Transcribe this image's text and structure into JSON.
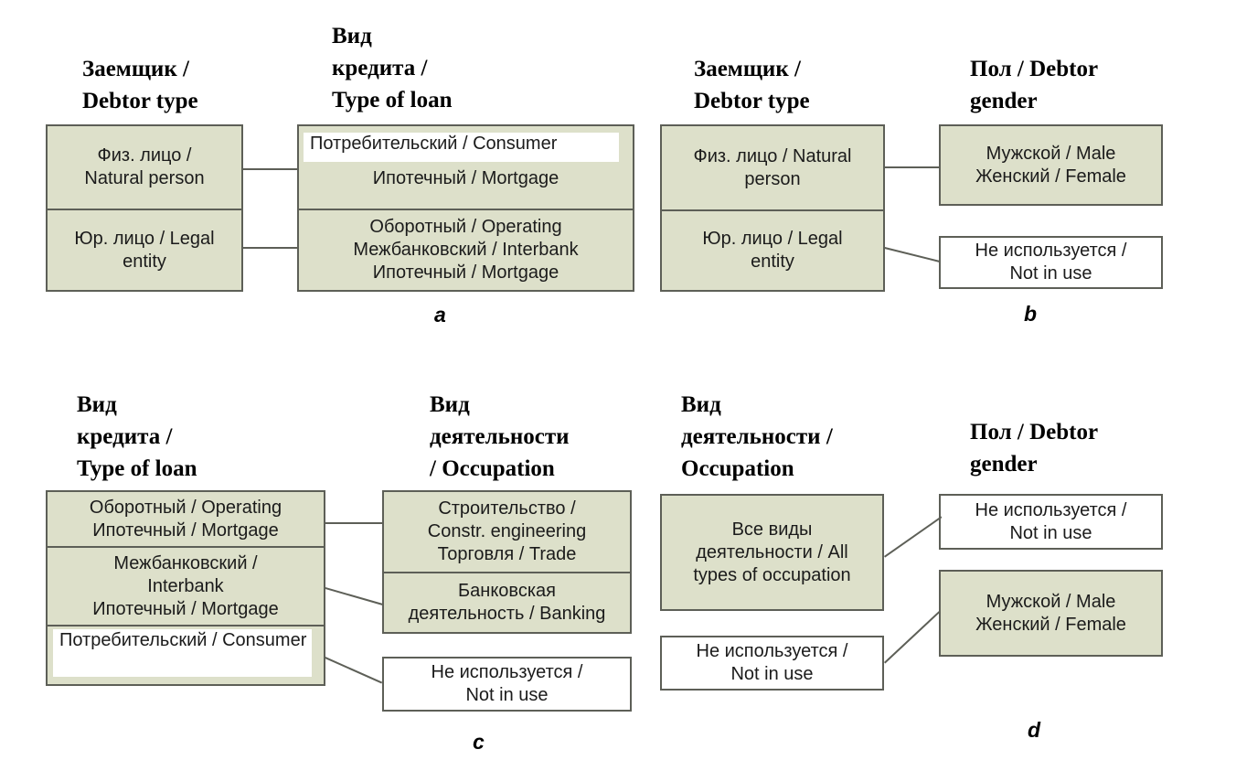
{
  "figure": {
    "colors": {
      "node_fill": "#dde0ca",
      "node_border": "#5d5f57",
      "unused_fill": "#ffffff",
      "text": "#1b1b1b"
    }
  },
  "panels": [
    {
      "id": "a",
      "label": "a",
      "headings": [
        {
          "id": "a-head-left",
          "text": "Заемщик /\nDebtor type"
        },
        {
          "id": "a-head-right",
          "text": "Вид\nкредита  /\nType of loan"
        }
      ],
      "left_box": {
        "name": "debtor-type-box",
        "cells": [
          {
            "text": "Физ. лицо /\nNatural person"
          },
          {
            "text": "Юр. лицо / Legal\nentity"
          }
        ]
      },
      "right_box": {
        "name": "type-of-loan-box",
        "cells": [
          {
            "overlay_text": "Потребительский / Consumer",
            "text": "Ипотечный / Mortgage"
          },
          {
            "text": "Оборотный / Operating\nМежбанковский / Interbank\nИпотечный / Mortgage"
          }
        ]
      }
    },
    {
      "id": "b",
      "label": "b",
      "headings": [
        {
          "id": "b-head-left",
          "text": "Заемщик /\nDebtor type"
        },
        {
          "id": "b-head-right",
          "text": "Пол / Debtor\ngender"
        }
      ],
      "left_box": {
        "name": "debtor-type-box",
        "cells": [
          {
            "text": "Физ. лицо / Natural\nperson"
          },
          {
            "text": "Юр. лицо / Legal\nentity"
          }
        ]
      },
      "right_boxes": [
        {
          "name": "debtor-gender-box",
          "style": "green",
          "text": "Мужской / Male\nЖенский / Female"
        },
        {
          "name": "not-in-use-box",
          "style": "white",
          "text": "Не используется /\nNot in use"
        }
      ]
    },
    {
      "id": "c",
      "label": "c",
      "headings": [
        {
          "id": "c-head-left",
          "text": "Вид\nкредита  /\nType of loan"
        },
        {
          "id": "c-head-right",
          "text": "Вид\nдеятельности\n/ Occupation"
        }
      ],
      "left_box": {
        "name": "type-of-loan-box",
        "cells": [
          {
            "text": "Оборотный / Operating\nИпотечный / Mortgage"
          },
          {
            "text": "Межбанковский /\nInterbank\nИпотечный / Mortgage"
          },
          {
            "overlay_text": "Потребительский / Consumer",
            "text": ""
          }
        ]
      },
      "right_box": {
        "name": "occupation-box",
        "cells": [
          {
            "text": "Строительство /\nConstr. engineering\nТорговля / Trade"
          },
          {
            "text": "Банковская\nдеятельность / Banking"
          }
        ]
      },
      "right_extra": {
        "name": "not-in-use-box",
        "style": "white",
        "text": "Не используется /\nNot in use"
      }
    },
    {
      "id": "d",
      "label": "d",
      "headings": [
        {
          "id": "d-head-left",
          "text": "Вид\nдеятельности /\nOccupation"
        },
        {
          "id": "d-head-right",
          "text": "Пол / Debtor\ngender"
        }
      ],
      "left_boxes": [
        {
          "name": "all-occupations-box",
          "style": "green",
          "text": "Все виды\nдеятельности / All\ntypes of occupation"
        },
        {
          "name": "not-in-use-box",
          "style": "white",
          "text": "Не используется /\nNot in use"
        }
      ],
      "right_boxes": [
        {
          "name": "not-in-use-box",
          "style": "white",
          "text": "Не используется /\nNot in use"
        },
        {
          "name": "debtor-gender-box",
          "style": "green",
          "text": "Мужской / Male\nЖенский / Female"
        }
      ]
    }
  ]
}
